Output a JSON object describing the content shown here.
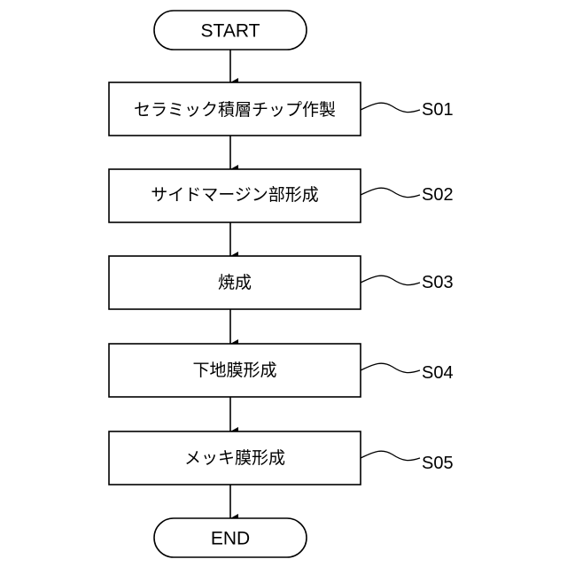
{
  "flowchart": {
    "start_label": "START",
    "end_label": "END",
    "steps": [
      {
        "text": "セラミック積層チップ作製",
        "id": "S01"
      },
      {
        "text": "サイドマージン部形成",
        "id": "S02"
      },
      {
        "text": "焼成",
        "id": "S03"
      },
      {
        "text": "下地膜形成",
        "id": "S04"
      },
      {
        "text": "メッキ膜形成",
        "id": "S05"
      }
    ]
  }
}
